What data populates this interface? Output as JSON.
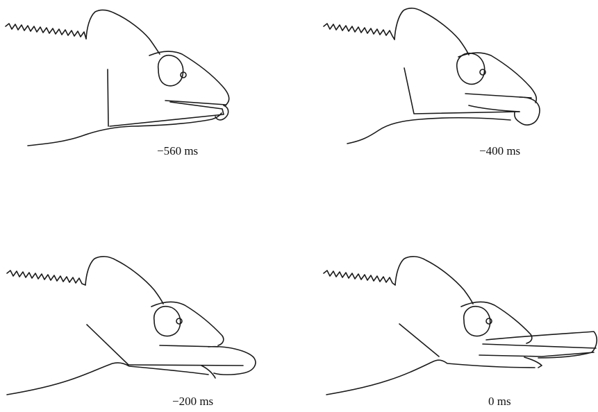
{
  "figure": {
    "panels": [
      {
        "caption": "−560 ms"
      },
      {
        "caption": "−400 ms"
      },
      {
        "caption": "−200 ms"
      },
      {
        "caption": "0 ms"
      }
    ]
  },
  "colors": {
    "line": "#1a1a1a",
    "background": "#ffffff"
  }
}
